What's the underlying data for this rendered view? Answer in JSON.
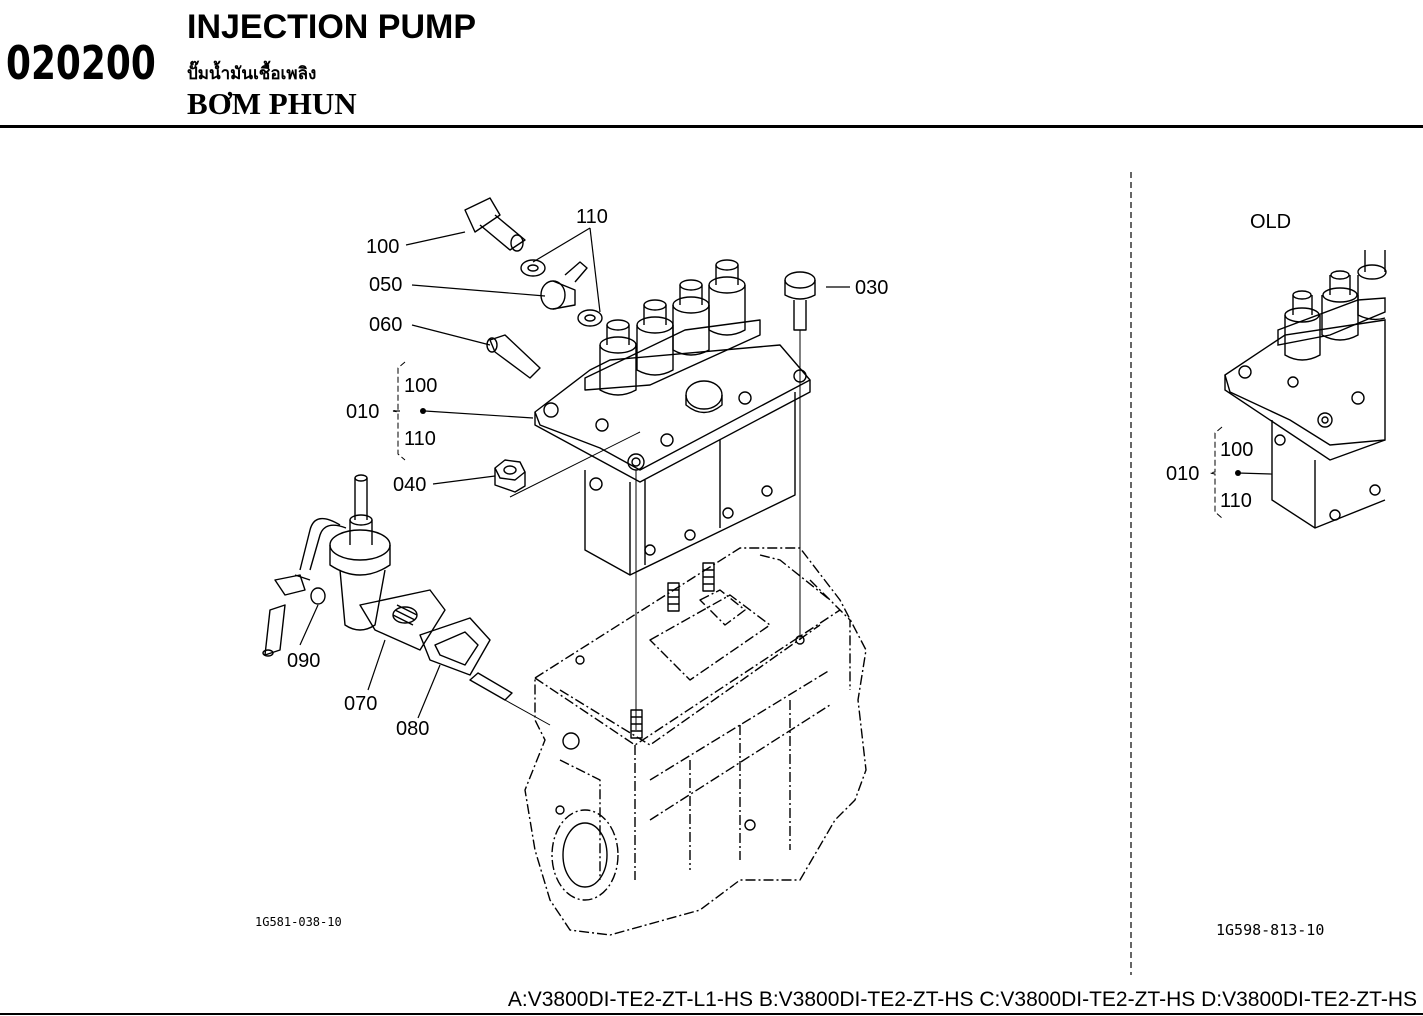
{
  "header": {
    "section_code": "020200",
    "title_en": "INJECTION PUMP",
    "title_th": "ปั๊มน้ำมันเชื้อเพลิง",
    "title_vi": "BƠM PHUN"
  },
  "diagram": {
    "callouts": {
      "c100": "100",
      "c110": "110",
      "c050": "050",
      "c060": "060",
      "c030": "030",
      "c010": "010",
      "c010_sub_100": "100",
      "c010_sub_110": "110",
      "c040": "040",
      "c090": "090",
      "c070": "070",
      "c080": "080"
    },
    "figure_id": "1G581-038-10"
  },
  "inset": {
    "label": "OLD",
    "c010": "010",
    "c010_sub_100": "100",
    "c010_sub_110": "110",
    "figure_id": "1G598-813-10"
  },
  "footer": {
    "models": "A:V3800DI-TE2-ZT-L1-HS B:V3800DI-TE2-ZT-HS C:V3800DI-TE2-ZT-HS D:V3800DI-TE2-ZT-HS"
  }
}
